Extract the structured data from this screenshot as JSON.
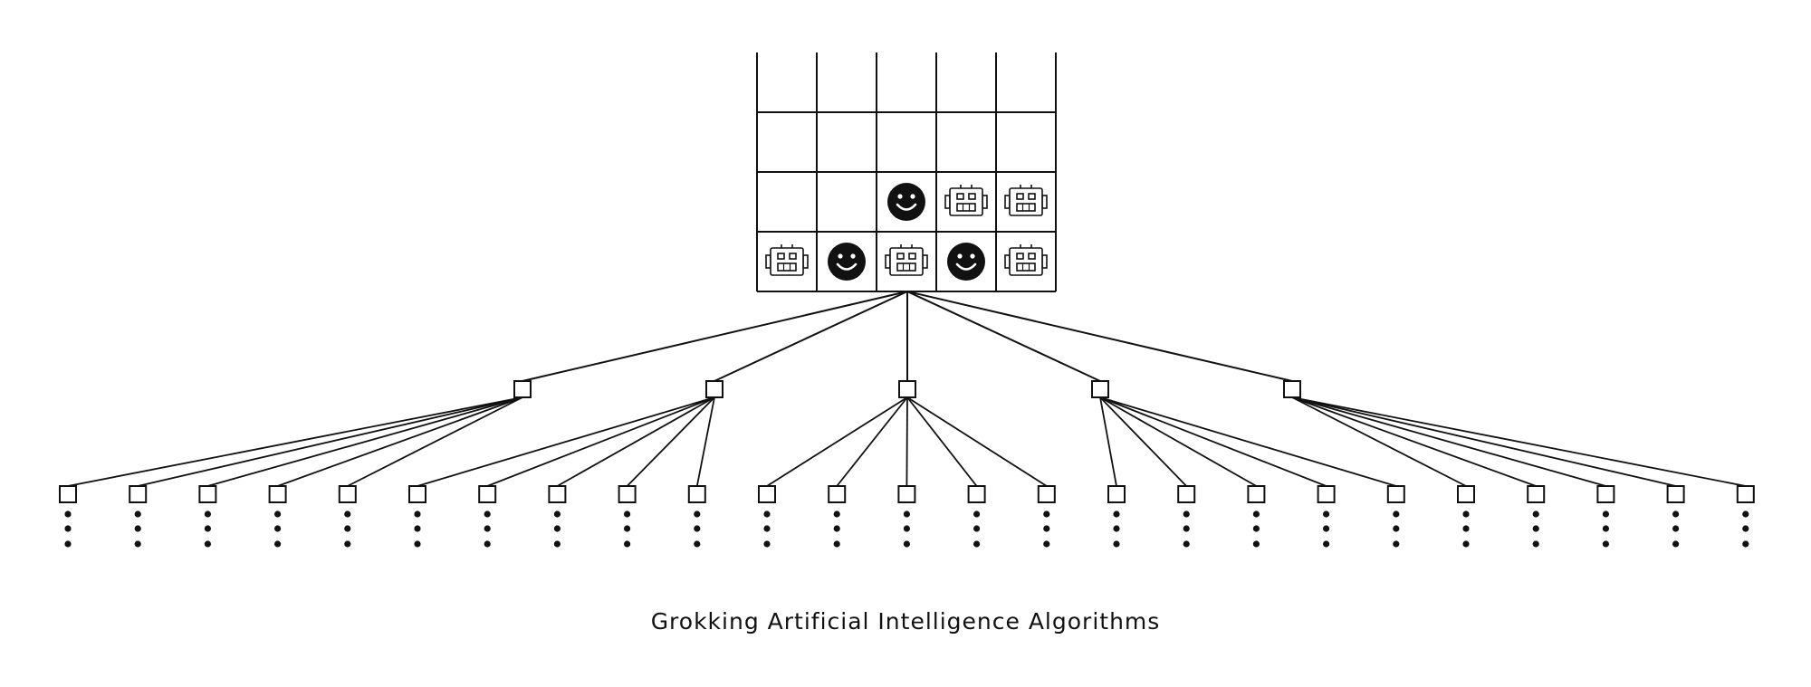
{
  "caption": "Grokking Artificial Intelligence Algorithms",
  "colors": {
    "line": "#111111",
    "background": "#ffffff",
    "human_token": "#111111"
  },
  "board": {
    "columns": 5,
    "rows": 4,
    "open_top": true,
    "cells": [
      [
        "",
        "",
        "",
        "",
        ""
      ],
      [
        "",
        "",
        "",
        "",
        ""
      ],
      [
        "",
        "",
        "human",
        "robot",
        "robot"
      ],
      [
        "robot",
        "human",
        "robot",
        "human",
        "robot"
      ]
    ],
    "token_icons": {
      "human": "smiley-icon",
      "robot": "robot-icon"
    }
  },
  "tree": {
    "children": [
      {
        "grandchildren": 5
      },
      {
        "grandchildren": 5
      },
      {
        "grandchildren": 5
      },
      {
        "grandchildren": 5
      },
      {
        "grandchildren": 5
      }
    ],
    "continuation": "ellipsis-dots"
  }
}
